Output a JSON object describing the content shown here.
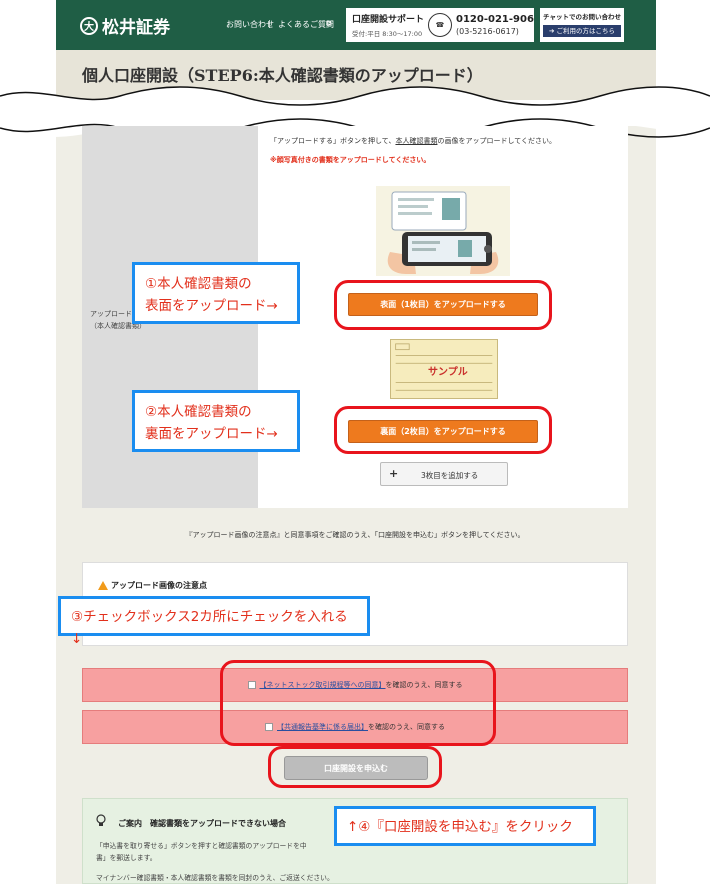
{
  "header": {
    "logo": "松井証券",
    "contact": "お問い合わせ",
    "separator": "|",
    "faq": "よくあるご質問",
    "support_title": "口座開設サポート",
    "support_hours": "受付:平日 8:30〜17:00",
    "phone_main": "0120-021-906",
    "phone_sub": "(03-5216-0617)",
    "chat_title": "チャットでのお問い合わせ",
    "chat_button": "ご利用の方はこちら"
  },
  "page_title": "個人口座開設（STEP6:本人確認書類のアップロード）",
  "upload": {
    "label_line1": "アップロード",
    "label_line2": "（本人確認書類）",
    "instr_pre": "「アップロードする」ボタンを押して、",
    "instr_link": "本人確認書類",
    "instr_post": "の画像をアップロードしてください。",
    "warning": "※顔写真付きの書類をアップロードしてください。",
    "front_button": "表面（1枚目）をアップロードする",
    "sample_label": "サンプル",
    "back_button": "裏面（2枚目）をアップロードする",
    "add_plus": "+",
    "add_button": "3枚目を追加する"
  },
  "agree_text": "『アップロード画像の注意点』と同意事項をご確認のうえ、「口座開設を申込む」ボタンを押してください。",
  "notes_title": "アップロード画像の注意点",
  "checkboxes": [
    {
      "link": "【ネットストック取引規程等への同意】",
      "suffix": "を確認のうえ、同意する"
    },
    {
      "link": "【共通報告基準に係る届出】",
      "suffix": "を確認のうえ、同意する"
    }
  ],
  "submit": "口座開設を申込む",
  "guide": {
    "title": "ご案内　確認書類をアップロードできない場合",
    "line1": "「申込書を取り寄せる」ボタンを押すと確認書類のアップロードを中",
    "line2": "書」を郵送します。",
    "line3": "マイナンバー確認書類・本人確認書類を書類を同封のうえ、ご返送ください。"
  },
  "annotations": {
    "a1_line1": "①本人確認書類の",
    "a1_line2": "表面をアップロード→",
    "a2_line1": "②本人確認書類の",
    "a2_line2": "裏面をアップロード→",
    "a3": "③チェックボックス2カ所にチェックを入れる↓",
    "a4": "↑④『口座開設を申込む』をクリック"
  },
  "colors": {
    "header_green": "#1f5e45",
    "orange": "#ee7a1e",
    "annotation_red": "#e8141c",
    "annotation_blue": "#1a8df0",
    "pink": "#f7a0a0"
  }
}
